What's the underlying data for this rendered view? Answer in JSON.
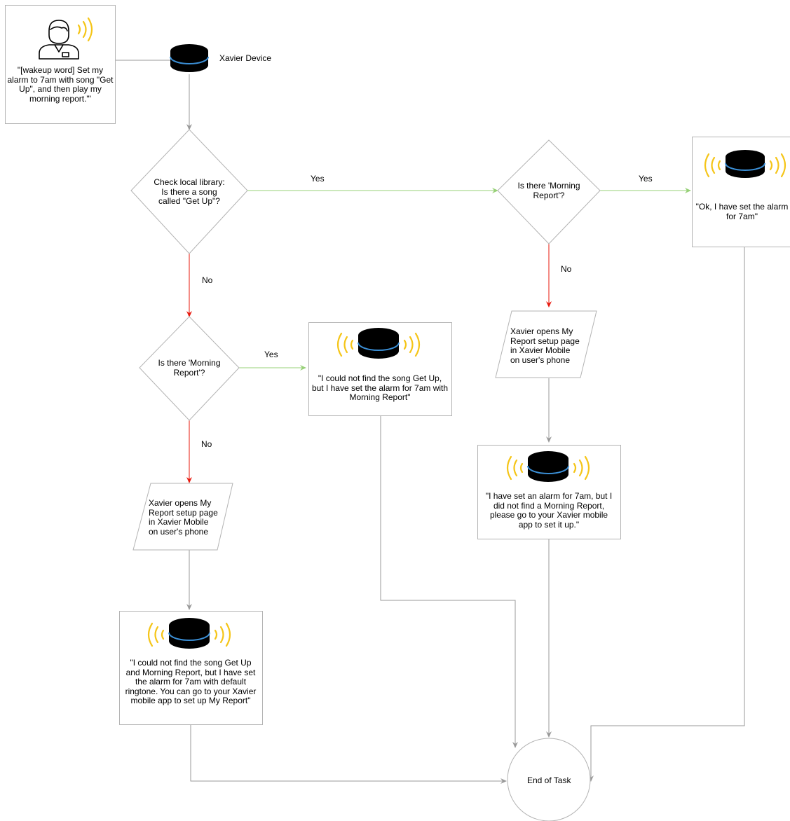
{
  "colors": {
    "stroke": "#b3b3b3",
    "yes_edge": "#97d077",
    "no_edge": "#e8190e",
    "gray_edge": "#999999",
    "speaker_body": "#000000",
    "speaker_ring": "#3b8fd6",
    "sound_waves": "#f5c518"
  },
  "icons": {
    "user": "user-icon",
    "speaker": "smart-speaker-icon",
    "waves": "sound-waves-icon"
  },
  "user_box": {
    "text": "\"[wakeup word] Set my alarm to 7am with song \"Get Up\", and then play my morning report.\"'"
  },
  "device": {
    "label": "Xavier Device"
  },
  "decisions": {
    "check_library": "Check local library: Is there a song called \"Get Up\"?",
    "morning_report_right": "Is there 'Morning Report'?",
    "morning_report_left": "Is there 'Morning Report'?"
  },
  "edge_labels": {
    "yes_1": "Yes",
    "yes_2": "Yes",
    "yes_3": "Yes",
    "no_1": "No",
    "no_2": "No",
    "no_3": "No"
  },
  "processes": {
    "opens_right": "Xavier opens My Report setup page in Xavier Mobile on user's phone",
    "opens_left": "Xavier opens My Report setup page in Xavier Mobile on user's phone"
  },
  "responses": {
    "ok_alarm": "\"Ok, I have set the alarm for 7am\"",
    "no_song": "\"I could not find the song Get Up, but I have set the alarm for 7am with Morning Report\"",
    "no_report": "\"I have set an alarm for 7am, but I did not find a Morning Report, please go to your Xavier mobile app to set it up.\"",
    "no_both": "\"I could not find the song Get Up and Morning Report, but I have set the alarm for 7am with default ringtone. You can go to your Xavier mobile app to set up My Report\""
  },
  "end": {
    "label": "End of Task"
  }
}
